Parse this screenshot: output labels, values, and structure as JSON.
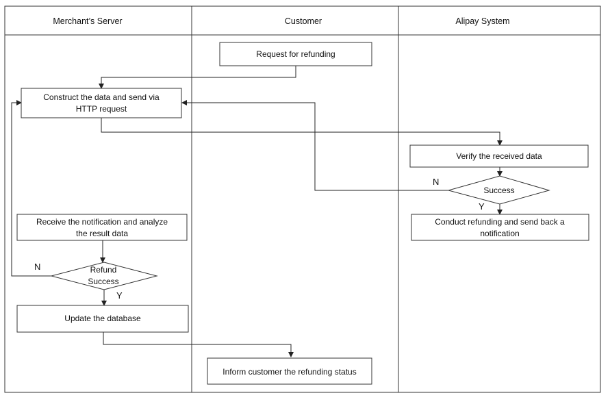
{
  "lanes": [
    {
      "title": "Merchant’s Server"
    },
    {
      "title": "Customer"
    },
    {
      "title": "Alipay System"
    }
  ],
  "nodes": {
    "request_refund": {
      "lines": [
        "Request for refunding"
      ]
    },
    "construct_send": {
      "lines": [
        "Construct the data and send via",
        "HTTP request"
      ]
    },
    "verify_data": {
      "lines": [
        "Verify the received data"
      ]
    },
    "success_decision": {
      "lines": [
        "Success"
      ]
    },
    "conduct_refund": {
      "lines": [
        "Conduct refunding and send back a",
        "notification"
      ]
    },
    "receive_notification": {
      "lines": [
        "Receive the notification and analyze",
        "the result data"
      ]
    },
    "refund_success_decision": {
      "lines": [
        "Refund",
        "Success"
      ]
    },
    "update_database": {
      "lines": [
        "Update the database"
      ]
    },
    "inform_customer": {
      "lines": [
        "Inform customer the refunding status"
      ]
    }
  },
  "edge_labels": {
    "success_no": "N",
    "success_yes": "Y",
    "refund_no": "N",
    "refund_yes": "Y"
  }
}
